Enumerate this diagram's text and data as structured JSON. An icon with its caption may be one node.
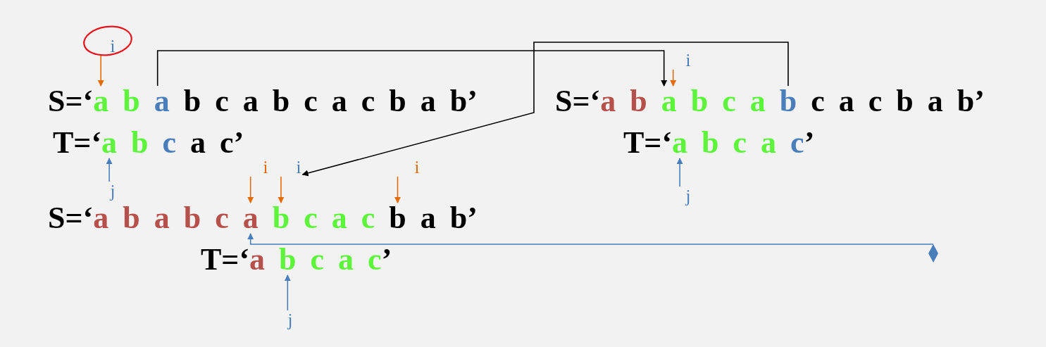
{
  "diagram": {
    "nodes": [
      {
        "text": [
          "S=‘",
          "a b a b c a b c a c b a b’"
        ]
      },
      {
        "text": [
          "T=‘",
          "a b c a c’"
        ]
      },
      {
        "text": [
          "S=‘",
          "a b a b c a b c a c b a b’"
        ]
      },
      {
        "text": [
          "T=‘",
          "a b c a c’"
        ]
      },
      {
        "text": [
          "S=‘",
          "a b a b c a b c a c b a b’"
        ]
      },
      {
        "text": [
          "T=‘",
          "a b c a c’"
        ]
      },
      {
        "text": [
          "i"
        ]
      },
      {
        "text": [
          "j"
        ]
      },
      {
        "text": [
          "i"
        ]
      },
      {
        "text": [
          "j"
        ]
      },
      {
        "text": [
          "i"
        ]
      },
      {
        "text": [
          "i"
        ]
      },
      {
        "text": [
          "i"
        ]
      },
      {
        "text": [
          "j"
        ]
      },
      {
        "text": [],
        "shape": "diamond"
      }
    ],
    "edges": [
      {
        "from": 6,
        "to": 0,
        "arrow": "to",
        "color": "#e36c0a"
      },
      {
        "from": 7,
        "to": 1,
        "arrow": "to",
        "color": "#4a7ebb"
      },
      {
        "from": 0,
        "to": 2,
        "arrow": "to",
        "color": "#000000"
      },
      {
        "from": 8,
        "to": 2,
        "arrow": "to",
        "color": "#e36c0a"
      },
      {
        "from": 9,
        "to": 3,
        "arrow": "to",
        "color": "#4a7ebb"
      },
      {
        "from": 2,
        "to": 11,
        "arrow": "to",
        "color": "#000000"
      },
      {
        "from": 10,
        "to": 4,
        "arrow": "to",
        "color": "#e36c0a"
      },
      {
        "from": 11,
        "to": 4,
        "arrow": "to",
        "color": "#e36c0a"
      },
      {
        "from": 12,
        "to": 4,
        "arrow": "to",
        "color": "#e36c0a"
      },
      {
        "from": 13,
        "to": 5,
        "arrow": "to",
        "color": "#4a7ebb"
      },
      {
        "from": 14,
        "to": 4,
        "arrow": "to",
        "color": "#4a7ebb"
      }
    ]
  }
}
